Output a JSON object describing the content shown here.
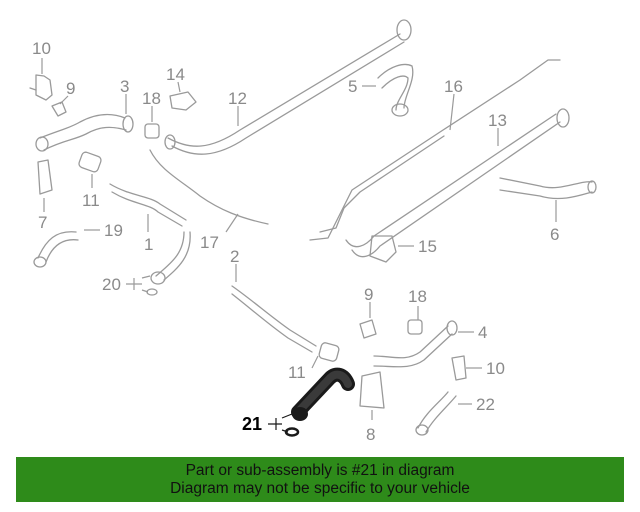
{
  "diagram": {
    "callouts": [
      "10",
      "9",
      "3",
      "18",
      "14",
      "12",
      "5",
      "16",
      "13",
      "7",
      "11",
      "1",
      "17",
      "19",
      "20",
      "6",
      "15",
      "2",
      "9",
      "18",
      "4",
      "11",
      "10",
      "22",
      "8",
      "21"
    ],
    "highlighted_part": "21"
  },
  "banner": {
    "line1": "Part or sub-assembly is #21 in diagram",
    "line2": "Diagram may not be specific to your vehicle",
    "color": "#2e8b1a"
  }
}
